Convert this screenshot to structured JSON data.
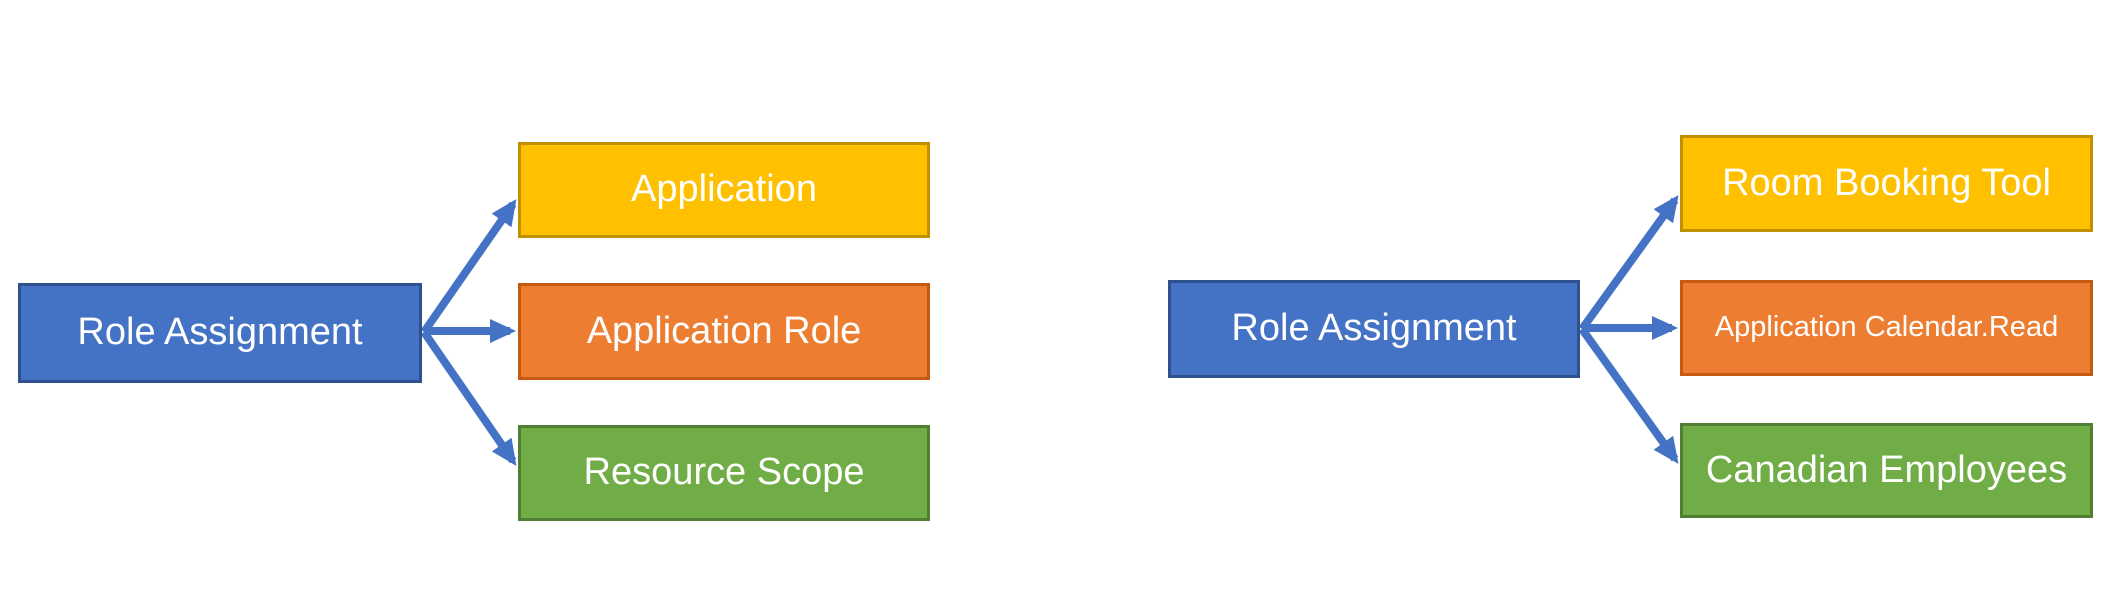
{
  "colors": {
    "background": "#FFFFFF",
    "label_text": "#FFFFFF",
    "arrow": "#4472C4",
    "source_fill": "#4472C4",
    "source_border": "#2F528F",
    "yellow_fill": "#FFC000",
    "yellow_border": "#BF9000",
    "orange_fill": "#ED7D31",
    "orange_border": "#C55A11",
    "green_fill": "#70AD47",
    "green_border": "#507E32"
  },
  "diagrams": [
    {
      "source": {
        "label": "Role Assignment"
      },
      "targets": [
        {
          "label": "Application"
        },
        {
          "label": "Application Role"
        },
        {
          "label": "Resource Scope"
        }
      ]
    },
    {
      "source": {
        "label": "Role Assignment"
      },
      "targets": [
        {
          "label": "Room Booking Tool"
        },
        {
          "label": "Application Calendar.Read"
        },
        {
          "label": "Canadian Employees"
        }
      ]
    }
  ]
}
